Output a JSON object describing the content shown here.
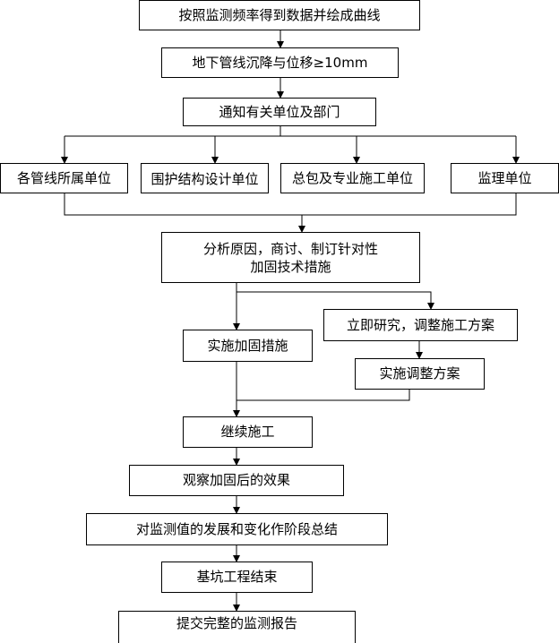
{
  "diagram": {
    "nodes": {
      "step_curve": "按照监测频率得到数据并绘成曲线",
      "threshold": "地下管线沉降与位移≥10mm",
      "notify": "通知有关单位及部门",
      "pipeline_owner": "各管线所属单位",
      "retaining_design": "围护结构设计单位",
      "general_contractor": "总包及专业施工单位",
      "supervisor": "监理单位",
      "analyze_line1": "分析原因，商讨、制订针对性",
      "analyze_line2": "加固技术措施",
      "implement_reinforce": "实施加固措施",
      "study_adjust": "立即研究，调整施工方案",
      "implement_adjust": "实施调整方案",
      "continue": "继续施工",
      "observe": "观察加固后的效果",
      "summary": "对监测值的发展和变化作阶段总结",
      "pit_end": "基坑工程结束",
      "submit_report": "提交完整的监测报告"
    }
  }
}
